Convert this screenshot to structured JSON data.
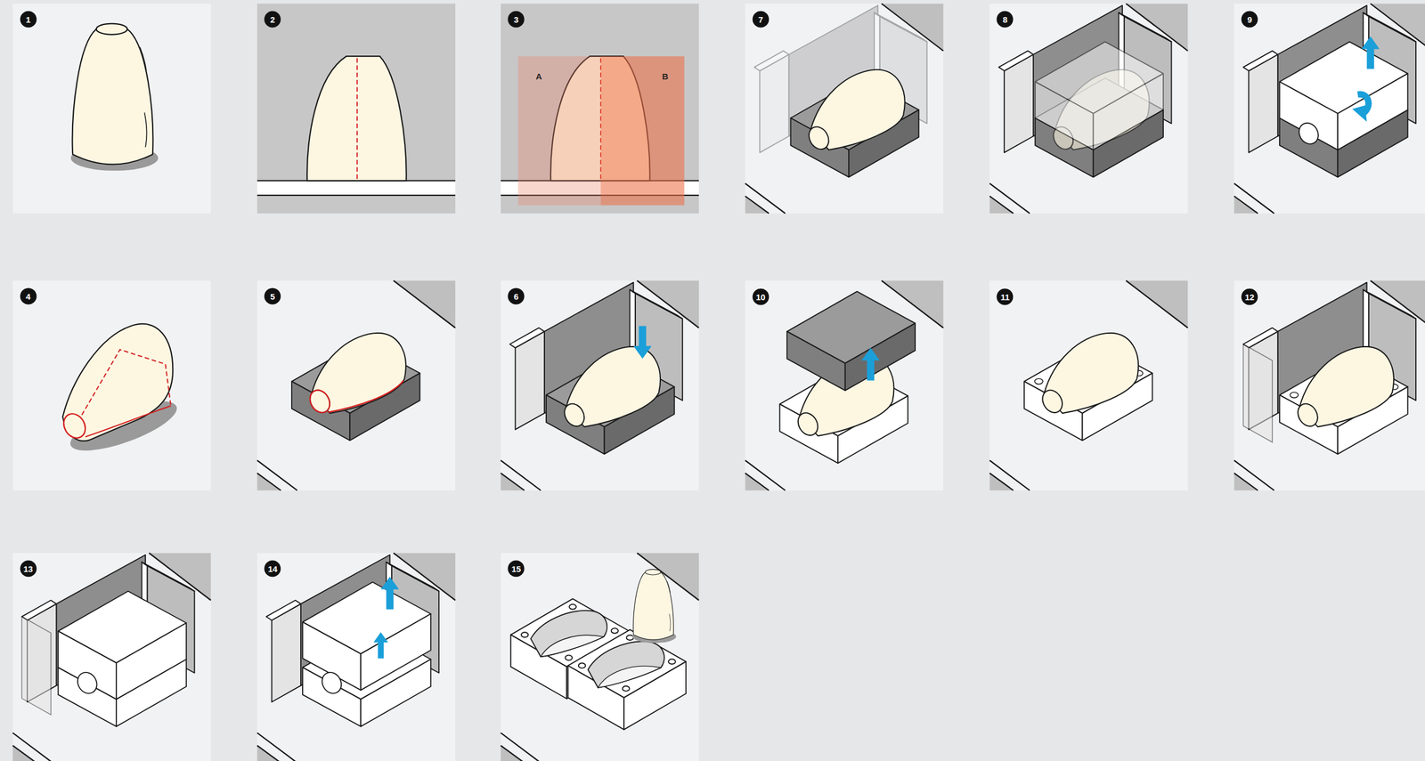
{
  "diagram": {
    "labels": [
      "1",
      "2",
      "3",
      "A",
      "B",
      "7",
      "8",
      "9",
      "4",
      "5",
      "6",
      "10",
      "11",
      "12",
      "13",
      "14",
      "15"
    ]
  }
}
